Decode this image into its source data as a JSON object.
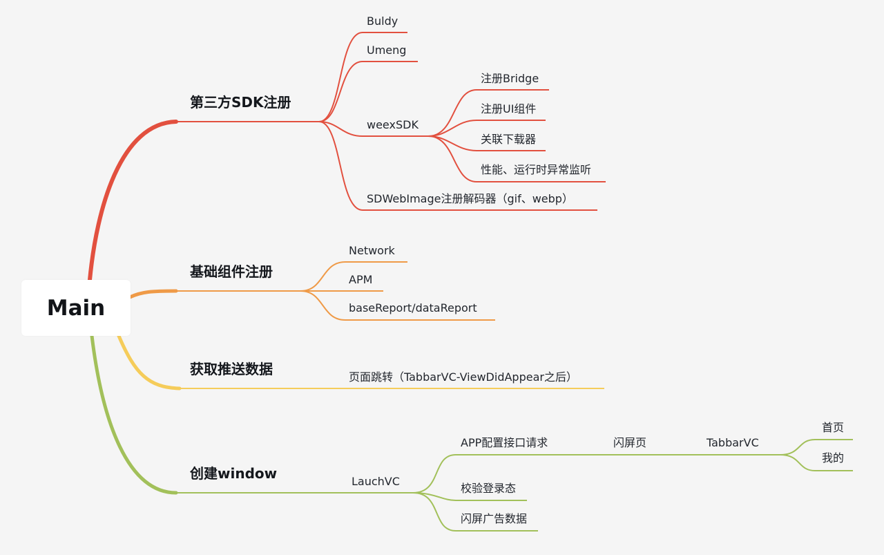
{
  "colors": {
    "background": "#f5f5f5",
    "branch_sdk": "#e2503f",
    "branch_base": "#ef9a47",
    "branch_push": "#f5cc5a",
    "branch_window": "#a2c05a"
  },
  "root": {
    "label": "Main"
  },
  "branches": {
    "sdk": {
      "label": "第三方SDK注册",
      "children": {
        "buldy": "Buldy",
        "umeng": "Umeng",
        "weex": {
          "label": "weexSDK",
          "children": {
            "bridge": "注册Bridge",
            "ui": "注册UI组件",
            "loader": "关联下载器",
            "monitor": "性能、运行时异常监听"
          }
        },
        "sdwebimage": "SDWebImage注册解码器（gif、webp）"
      }
    },
    "base": {
      "label": "基础组件注册",
      "children": {
        "network": "Network",
        "apm": "APM",
        "report": "baseReport/dataReport"
      }
    },
    "push": {
      "label": "获取推送数据",
      "children": {
        "jump": "页面跳转（TabbarVC-ViewDidAppear之后）"
      }
    },
    "window": {
      "label": "创建window",
      "children": {
        "launch": {
          "label": "LauchVC",
          "children": {
            "config": {
              "label": "APP配置接口请求",
              "next": {
                "label": "闪屏页",
                "next": {
                  "label": "TabbarVC",
                  "children": {
                    "home": "首页",
                    "mine": "我的"
                  }
                }
              }
            },
            "verify": "校验登录态",
            "ad": "闪屏广告数据"
          }
        }
      }
    }
  }
}
